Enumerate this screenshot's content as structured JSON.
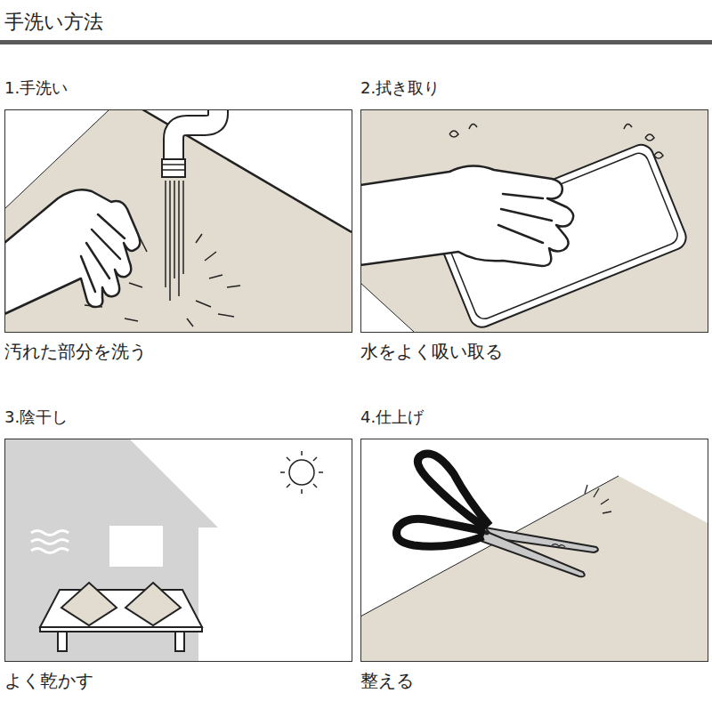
{
  "diagram": {
    "title": "手洗い方法",
    "nodes": [
      {
        "text": [
          "1.手洗い",
          "汚れた部分を洗う"
        ]
      },
      {
        "text": [
          "2.拭き取り",
          "水をよく吸い取る"
        ]
      },
      {
        "text": [
          "3.陰干し",
          "よく乾かす"
        ]
      },
      {
        "text": [
          "4.仕上げ",
          "整える"
        ]
      }
    ]
  }
}
